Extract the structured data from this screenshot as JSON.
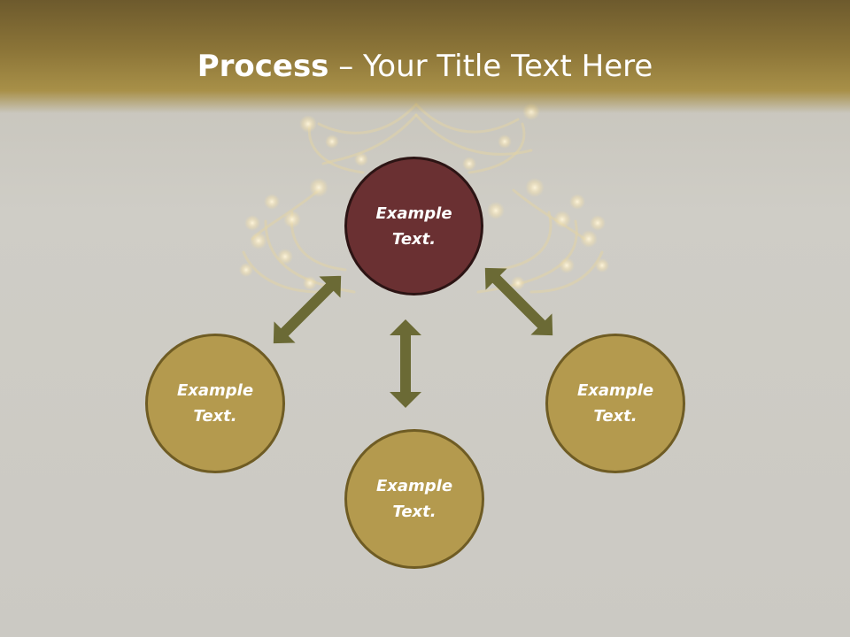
{
  "title": {
    "bold": "Process",
    "rest": " – Your Title Text Here"
  },
  "center_node": {
    "line1": "Example",
    "line2": "Text."
  },
  "nodes": [
    {
      "line1": "Example",
      "line2": "Text."
    },
    {
      "line1": "Example",
      "line2": "Text."
    },
    {
      "line1": "Example",
      "line2": "Text."
    }
  ],
  "colors": {
    "header": "#8c7538",
    "center_fill": "#6a3032",
    "node_fill": "#b49a4e",
    "node_border": "#6f5c24",
    "arrow": "#6b6a35",
    "background": "#cbc9c3"
  },
  "background_image": "chandelier"
}
